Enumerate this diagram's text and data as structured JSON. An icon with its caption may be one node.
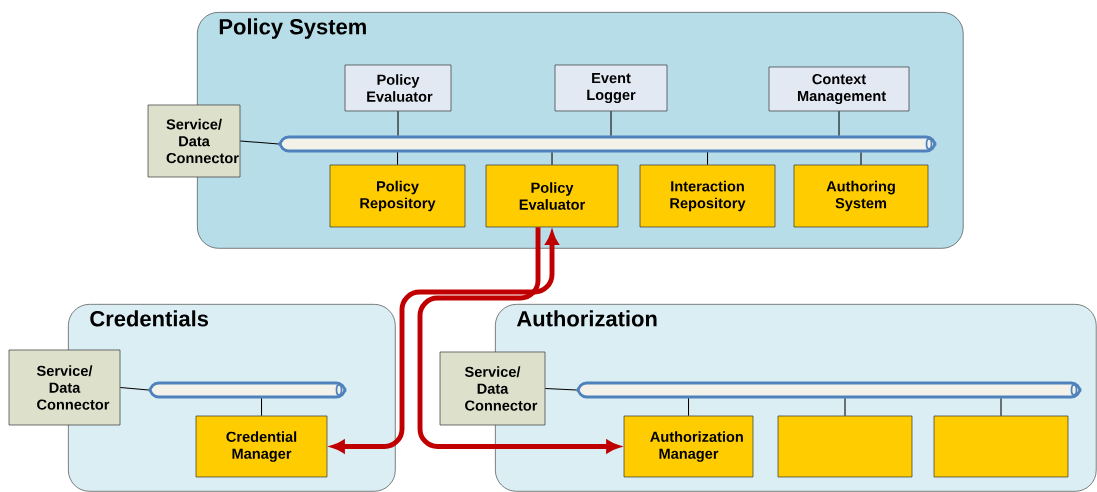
{
  "diagram": {
    "nodes": [
      {
        "text": [
          "Policy System"
        ]
      },
      {
        "text": [
          "Service/ Data Connector"
        ]
      },
      {
        "text": [],
        "shape": "cylinder",
        "in": 0
      },
      {
        "text": [
          "Policy Evaluator"
        ],
        "in": 0
      },
      {
        "text": [
          "Event Logger"
        ],
        "in": 0
      },
      {
        "text": [
          "Context Management"
        ],
        "in": 0
      },
      {
        "text": [
          "Policy Repository"
        ],
        "in": 0
      },
      {
        "text": [
          "Policy Evaluator"
        ],
        "in": 0
      },
      {
        "text": [
          "Interaction Repository"
        ],
        "in": 0
      },
      {
        "text": [
          "Authoring System"
        ],
        "in": 0
      },
      {
        "text": [
          "Credentials"
        ]
      },
      {
        "text": [
          "Service/ Data Connector"
        ]
      },
      {
        "text": [],
        "shape": "cylinder",
        "in": 10
      },
      {
        "text": [
          "Credential Manager"
        ],
        "in": 10
      },
      {
        "text": [
          "Authorization"
        ]
      },
      {
        "text": [
          "Service/ Data Connector"
        ]
      },
      {
        "text": [],
        "shape": "cylinder",
        "in": 14
      },
      {
        "text": [
          "Authorization Manager"
        ],
        "in": 14
      },
      {
        "text": [],
        "shape": "box",
        "in": 14
      },
      {
        "text": [],
        "shape": "box",
        "in": 14
      }
    ],
    "edges": [
      {
        "from": 1,
        "to": 2,
        "arrow": "none"
      },
      {
        "from": 3,
        "to": 2,
        "arrow": "none"
      },
      {
        "from": 4,
        "to": 2,
        "arrow": "none"
      },
      {
        "from": 5,
        "to": 2,
        "arrow": "none"
      },
      {
        "from": 2,
        "to": 6,
        "arrow": "none"
      },
      {
        "from": 2,
        "to": 7,
        "arrow": "none"
      },
      {
        "from": 2,
        "to": 8,
        "arrow": "none"
      },
      {
        "from": 2,
        "to": 9,
        "arrow": "none"
      },
      {
        "from": 11,
        "to": 12,
        "arrow": "none"
      },
      {
        "from": 12,
        "to": 13,
        "arrow": "none"
      },
      {
        "from": 15,
        "to": 16,
        "arrow": "none"
      },
      {
        "from": 16,
        "to": 17,
        "arrow": "none"
      },
      {
        "from": 16,
        "to": 18,
        "arrow": "none"
      },
      {
        "from": 16,
        "to": 19,
        "arrow": "none"
      },
      {
        "from": 7,
        "to": 13,
        "arrow": "both",
        "style": "thick",
        "color": "#c00000"
      },
      {
        "from": 7,
        "to": 17,
        "arrow": "to",
        "style": "thick",
        "color": "#c00000"
      }
    ]
  }
}
